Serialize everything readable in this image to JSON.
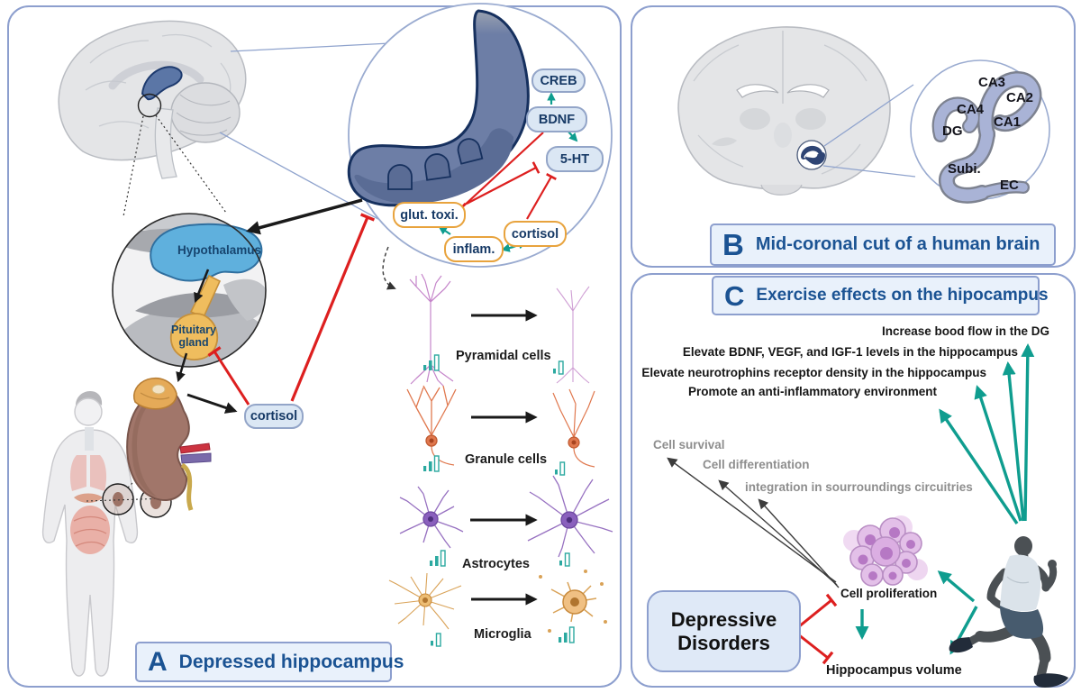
{
  "panel_a": {
    "letter": "A",
    "title": "Depressed hippocampus",
    "hypothalamus": "Hypothalamus",
    "pituitary": "Pituitary gland",
    "cortisol": "cortisol",
    "hippocampus_nodes": {
      "creb": "CREB",
      "bdnf": "BDNF",
      "serotonin": "5-HT",
      "glut_toxi": "glut. toxi.",
      "inflam": "inflam.",
      "cortisol": "cortisol"
    },
    "cells": [
      {
        "label": "Pyramidal cells",
        "bars_before": 3,
        "bars_after": 2,
        "change": "decrease"
      },
      {
        "label": "Granule cells",
        "bars_before": 3,
        "bars_after": 2,
        "change": "decrease"
      },
      {
        "label": "Astrocytes",
        "bars_before": 3,
        "bars_after": 2,
        "change": "decrease"
      },
      {
        "label": "Microglia",
        "bars_before": 2,
        "bars_after": 3,
        "change": "increase"
      }
    ]
  },
  "panel_b": {
    "letter": "B",
    "title": "Mid-coronal cut of a human brain",
    "regions": [
      "CA3",
      "CA2",
      "CA4",
      "CA1",
      "DG",
      "Subi.",
      "EC"
    ]
  },
  "panel_c": {
    "letter": "C",
    "title": "Exercise effects on the hipocampus",
    "effects": [
      "Increase bood flow in the DG",
      "Elevate BDNF, VEGF, and IGF-1 levels in the hippocampus",
      "Elevate neurotrophins receptor density in the hippocampus",
      "Promote an anti-inflammatory environment"
    ],
    "neurogenesis_steps": [
      "Cell survival",
      "Cell differentiation",
      "integration in sourroundings circuitries"
    ],
    "cell_proliferation": "Cell proliferation",
    "hippocampus_volume": "Hippocampus volume",
    "depressive_line1": "Depressive",
    "depressive_line2": "Disorders"
  },
  "colors": {
    "accent_blue": "#1b5393",
    "panel_border": "#8d9fce",
    "teal_arrow": "#0f9d8f",
    "inhibit_red": "#dd1f1f",
    "orange_node_border": "#e8a33d",
    "blue_node_fill": "#dbe7f4",
    "hippocampus_navy": "#16305e",
    "gray_text": "#8e8e8e"
  }
}
